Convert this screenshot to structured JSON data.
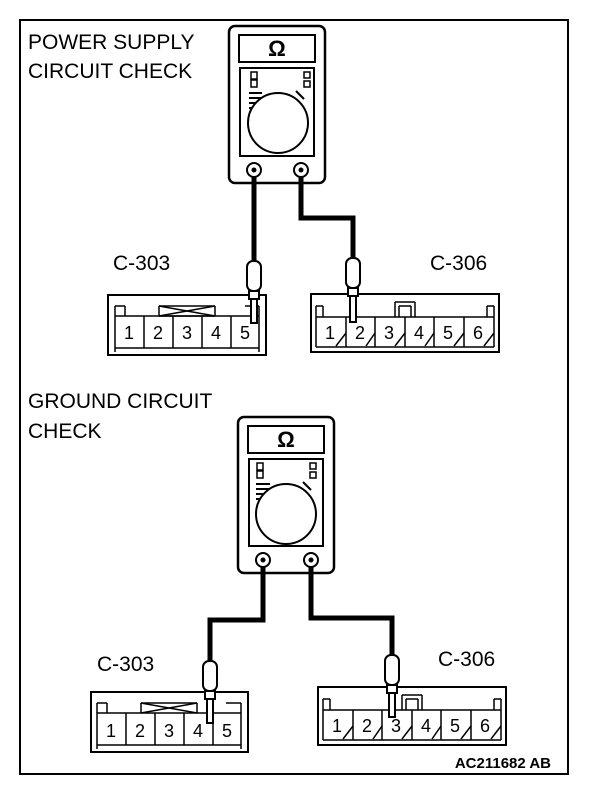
{
  "sections": {
    "power": {
      "title_line1": "POWER SUPPLY",
      "title_line2": "CIRCUIT CHECK",
      "meter_symbol": "Ω",
      "connector_a": {
        "label": "C-303",
        "pins": [
          "1",
          "2",
          "3",
          "4",
          "5"
        ],
        "probed_pin": "5"
      },
      "connector_b": {
        "label": "C-306",
        "pins": [
          "1",
          "2",
          "3",
          "4",
          "5",
          "6"
        ],
        "probed_pin": "2"
      }
    },
    "ground": {
      "title_line1": "GROUND CIRCUIT",
      "title_line2": "CHECK",
      "meter_symbol": "Ω",
      "connector_a": {
        "label": "C-303",
        "pins": [
          "1",
          "2",
          "3",
          "4",
          "5"
        ],
        "probed_pin": "4"
      },
      "connector_b": {
        "label": "C-306",
        "pins": [
          "1",
          "2",
          "3",
          "4",
          "5",
          "6"
        ],
        "probed_pin": "3"
      }
    }
  },
  "figure_id": "AC211682 AB",
  "icons": {
    "meter": "ohmmeter-icon",
    "probe": "test-probe-icon"
  },
  "colors": {
    "line": "#000000",
    "background": "#ffffff"
  }
}
